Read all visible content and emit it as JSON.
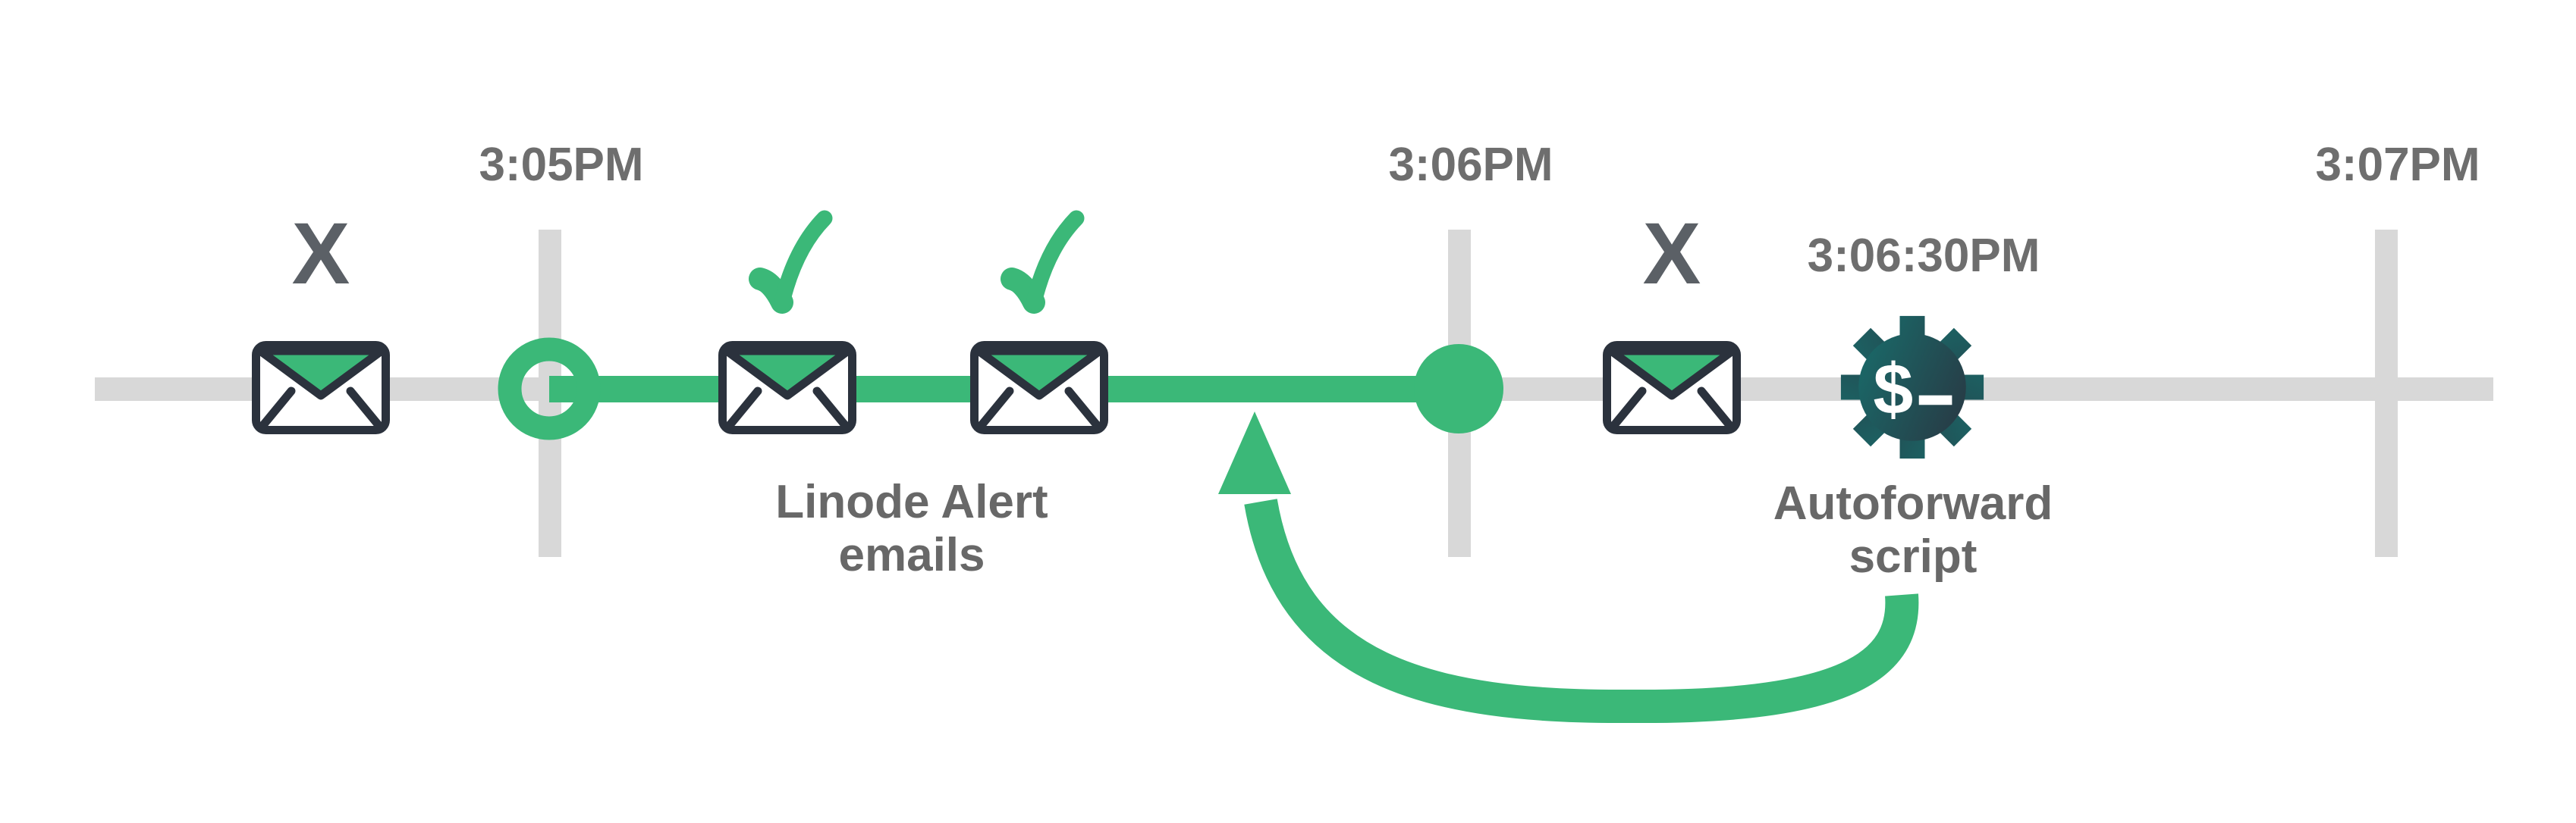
{
  "colors": {
    "green": "#3bb878",
    "track_gray": "#d8d8d8",
    "timestamp_gray": "#6e6e6e",
    "label_gray": "#686868",
    "x_gray": "#5b6066",
    "envelope_outline": "#2b323d",
    "gear_teal": "#196b6a",
    "gear_navy": "#2a3440"
  },
  "timestamps": [
    {
      "time": "3:05PM"
    },
    {
      "time": "3:06PM"
    },
    {
      "time": "3:07PM"
    }
  ],
  "events": {
    "blocked_email_1": {
      "status_symbol": "X"
    },
    "delivered_emails_label": {
      "line1": "Linode Alert",
      "line2": "emails"
    },
    "blocked_email_2": {
      "status_symbol": "X"
    },
    "autoforward": {
      "time": "3:06:30PM",
      "label_line1": "Autoforward",
      "label_line2": "script",
      "prompt_symbol": "$"
    }
  },
  "icons": {
    "envelope": "envelope-icon",
    "checkmark": "checkmark-icon",
    "gear": "dollar-gear-icon",
    "ring": "start-marker-ring",
    "dot": "end-marker-dot",
    "arrow": "loop-arrow"
  }
}
